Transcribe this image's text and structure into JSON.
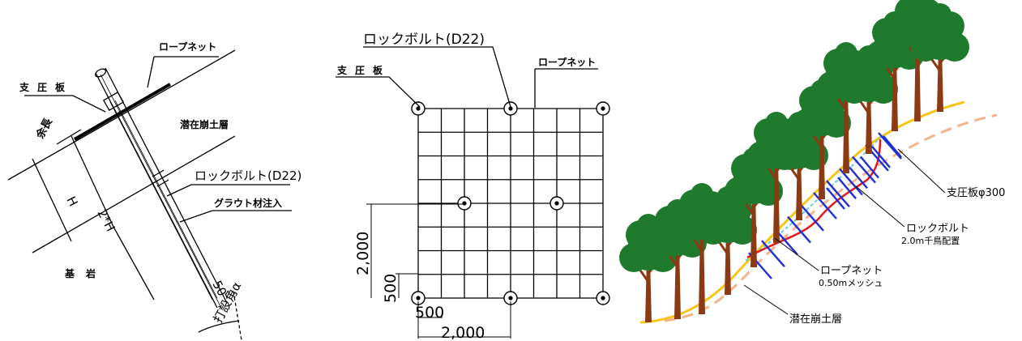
{
  "panel_left": {
    "rope_net": "ロープネット",
    "bearing_plate": "支圧板",
    "latent_layer": "潜在崩土層",
    "rock_bolt": "ロックボルト(D22)",
    "grout": "グラウト材注入",
    "excess_length": "余長",
    "h_label": "H",
    "two_h_label": "2*H",
    "bedrock": "基岩",
    "fifty": "50",
    "drill_angle": "打設角α"
  },
  "panel_mid": {
    "rock_bolt": "ロックボルト(D22)",
    "bearing_plate": "支圧板",
    "rope_net": "ロープネット",
    "dim_v_2000": "2,000",
    "dim_v_500": "500",
    "dim_h_500": "500",
    "dim_h_2000": "2,000"
  },
  "panel_right": {
    "bearing_plate": "支圧板φ300",
    "rock_bolt": "ロックボルト",
    "rock_bolt_sub": "2.0m千鳥配置",
    "rope_net": "ロープネット",
    "rope_net_sub": "0.50mメッシュ",
    "latent_layer": "潜在崩土層"
  },
  "colors": {
    "ink": "#000000",
    "tree_crown": "#1f7a2e",
    "tree_trunk": "#8b3a14",
    "bolt_blue": "#1f2fd8",
    "net_red": "#e01a1a",
    "surface_yellow": "#f5c518",
    "layer_peach": "#f2b48a",
    "net_cyan": "#6fc6d9"
  }
}
